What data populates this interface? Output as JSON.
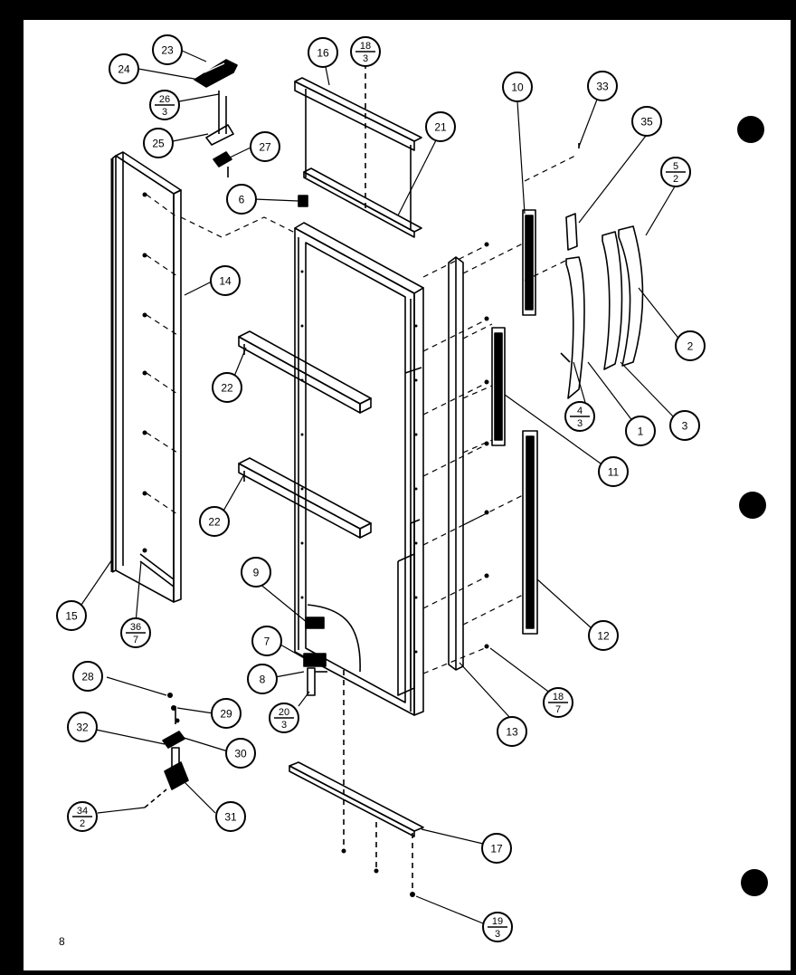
{
  "diagram": {
    "page_number": "8",
    "callouts": [
      {
        "id": "c23",
        "label": "23"
      },
      {
        "id": "c24",
        "label": "24"
      },
      {
        "id": "c26",
        "label": "26",
        "sub": "3"
      },
      {
        "id": "c25",
        "label": "25"
      },
      {
        "id": "c27",
        "label": "27"
      },
      {
        "id": "c6",
        "label": "6"
      },
      {
        "id": "c16",
        "label": "16"
      },
      {
        "id": "c18a",
        "label": "18",
        "sub": "3"
      },
      {
        "id": "c21",
        "label": "21"
      },
      {
        "id": "c10",
        "label": "10"
      },
      {
        "id": "c33",
        "label": "33"
      },
      {
        "id": "c35",
        "label": "35"
      },
      {
        "id": "c5",
        "label": "5",
        "sub": "2"
      },
      {
        "id": "c14",
        "label": "14"
      },
      {
        "id": "c2",
        "label": "2"
      },
      {
        "id": "c22a",
        "label": "22"
      },
      {
        "id": "c4",
        "label": "4",
        "sub": "3"
      },
      {
        "id": "c1",
        "label": "1"
      },
      {
        "id": "c3",
        "label": "3"
      },
      {
        "id": "c11",
        "label": "11"
      },
      {
        "id": "c22b",
        "label": "22"
      },
      {
        "id": "c9",
        "label": "9"
      },
      {
        "id": "c15",
        "label": "15"
      },
      {
        "id": "c36",
        "label": "36",
        "sub": "7"
      },
      {
        "id": "c12",
        "label": "12"
      },
      {
        "id": "c7",
        "label": "7"
      },
      {
        "id": "c8",
        "label": "8"
      },
      {
        "id": "c20",
        "label": "20",
        "sub": "3"
      },
      {
        "id": "c28",
        "label": "28"
      },
      {
        "id": "c29",
        "label": "29"
      },
      {
        "id": "c18b",
        "label": "18",
        "sub": "7"
      },
      {
        "id": "c32",
        "label": "32"
      },
      {
        "id": "c30",
        "label": "30"
      },
      {
        "id": "c13",
        "label": "13"
      },
      {
        "id": "c34",
        "label": "34",
        "sub": "2"
      },
      {
        "id": "c31",
        "label": "31"
      },
      {
        "id": "c17",
        "label": "17"
      },
      {
        "id": "c19",
        "label": "19",
        "sub": "3"
      }
    ]
  }
}
